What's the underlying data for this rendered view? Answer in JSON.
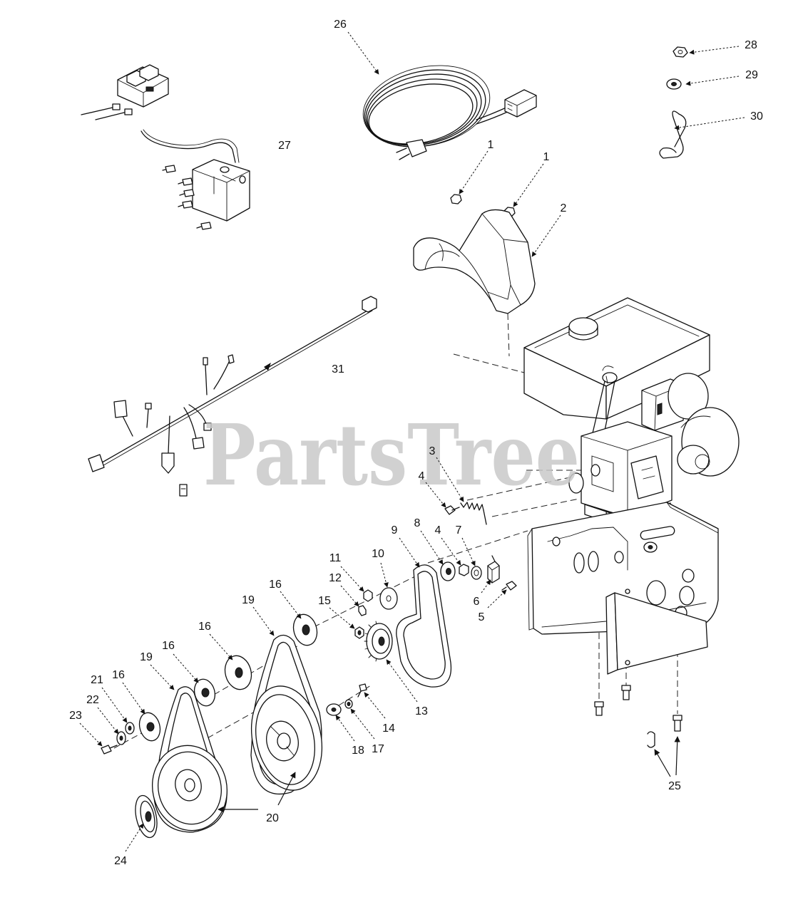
{
  "watermark": "PartsTree",
  "callouts": [
    {
      "label": "26"
    },
    {
      "label": "28"
    },
    {
      "label": "29"
    },
    {
      "label": "30"
    },
    {
      "label": "27"
    },
    {
      "label": "1"
    },
    {
      "label": "1"
    },
    {
      "label": "2"
    },
    {
      "label": "31"
    },
    {
      "label": "3"
    },
    {
      "label": "4"
    },
    {
      "label": "9"
    },
    {
      "label": "8"
    },
    {
      "label": "4"
    },
    {
      "label": "7"
    },
    {
      "label": "11"
    },
    {
      "label": "10"
    },
    {
      "label": "12"
    },
    {
      "label": "6"
    },
    {
      "label": "5"
    },
    {
      "label": "16"
    },
    {
      "label": "19"
    },
    {
      "label": "15"
    },
    {
      "label": "16"
    },
    {
      "label": "16"
    },
    {
      "label": "19"
    },
    {
      "label": "21"
    },
    {
      "label": "16"
    },
    {
      "label": "22"
    },
    {
      "label": "23"
    },
    {
      "label": "13"
    },
    {
      "label": "14"
    },
    {
      "label": "17"
    },
    {
      "label": "18"
    },
    {
      "label": "20"
    },
    {
      "label": "24"
    },
    {
      "label": "25"
    }
  ]
}
